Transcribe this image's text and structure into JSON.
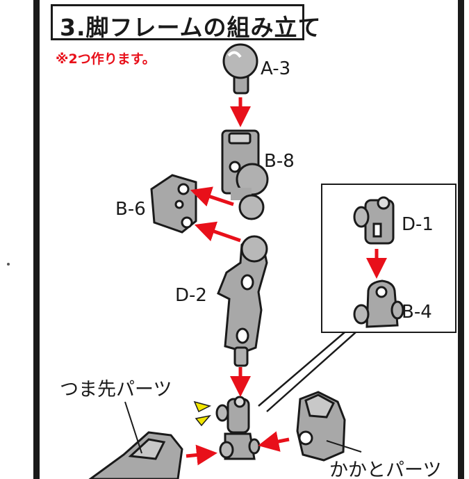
{
  "step": {
    "title": "3.脚フレームの組み立て"
  },
  "note": "※2つ作ります。",
  "parts": {
    "a3": "A-3",
    "b8": "B-8",
    "b6": "B-6",
    "d2": "D-2",
    "d1": "D-1",
    "b4": "B-4"
  },
  "callouts": {
    "toe": "つま先パーツ",
    "heel": "かかとパーツ"
  },
  "colors": {
    "arrow": "#e8101a",
    "part": "#a8a8a8",
    "outline": "#1a1a1a",
    "accent": "#f2e600"
  }
}
